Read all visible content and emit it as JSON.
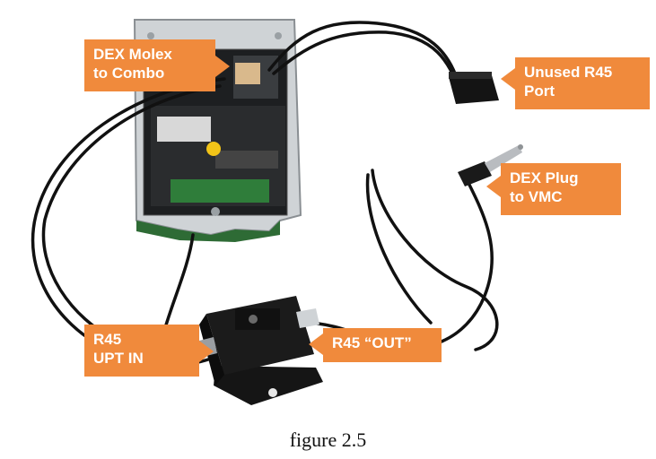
{
  "colors": {
    "callout": "#f08a3c",
    "metal": "#cfd3d6",
    "cable": "#111111",
    "board_green": "#2f7d3a",
    "button_yellow": "#f2c418"
  },
  "callouts": {
    "dex_molex": {
      "line1": "DEX Molex",
      "line2": "to Combo"
    },
    "unused_r45": {
      "line1": "Unused R45",
      "line2": "Port"
    },
    "dex_plug": {
      "line1": "DEX Plug",
      "line2": "to VMC"
    },
    "r45_upt_in": {
      "line1": "R45",
      "line2": "UPT IN"
    },
    "r45_out": {
      "line1": "R45 “OUT”"
    }
  },
  "caption": "figure 2.5"
}
